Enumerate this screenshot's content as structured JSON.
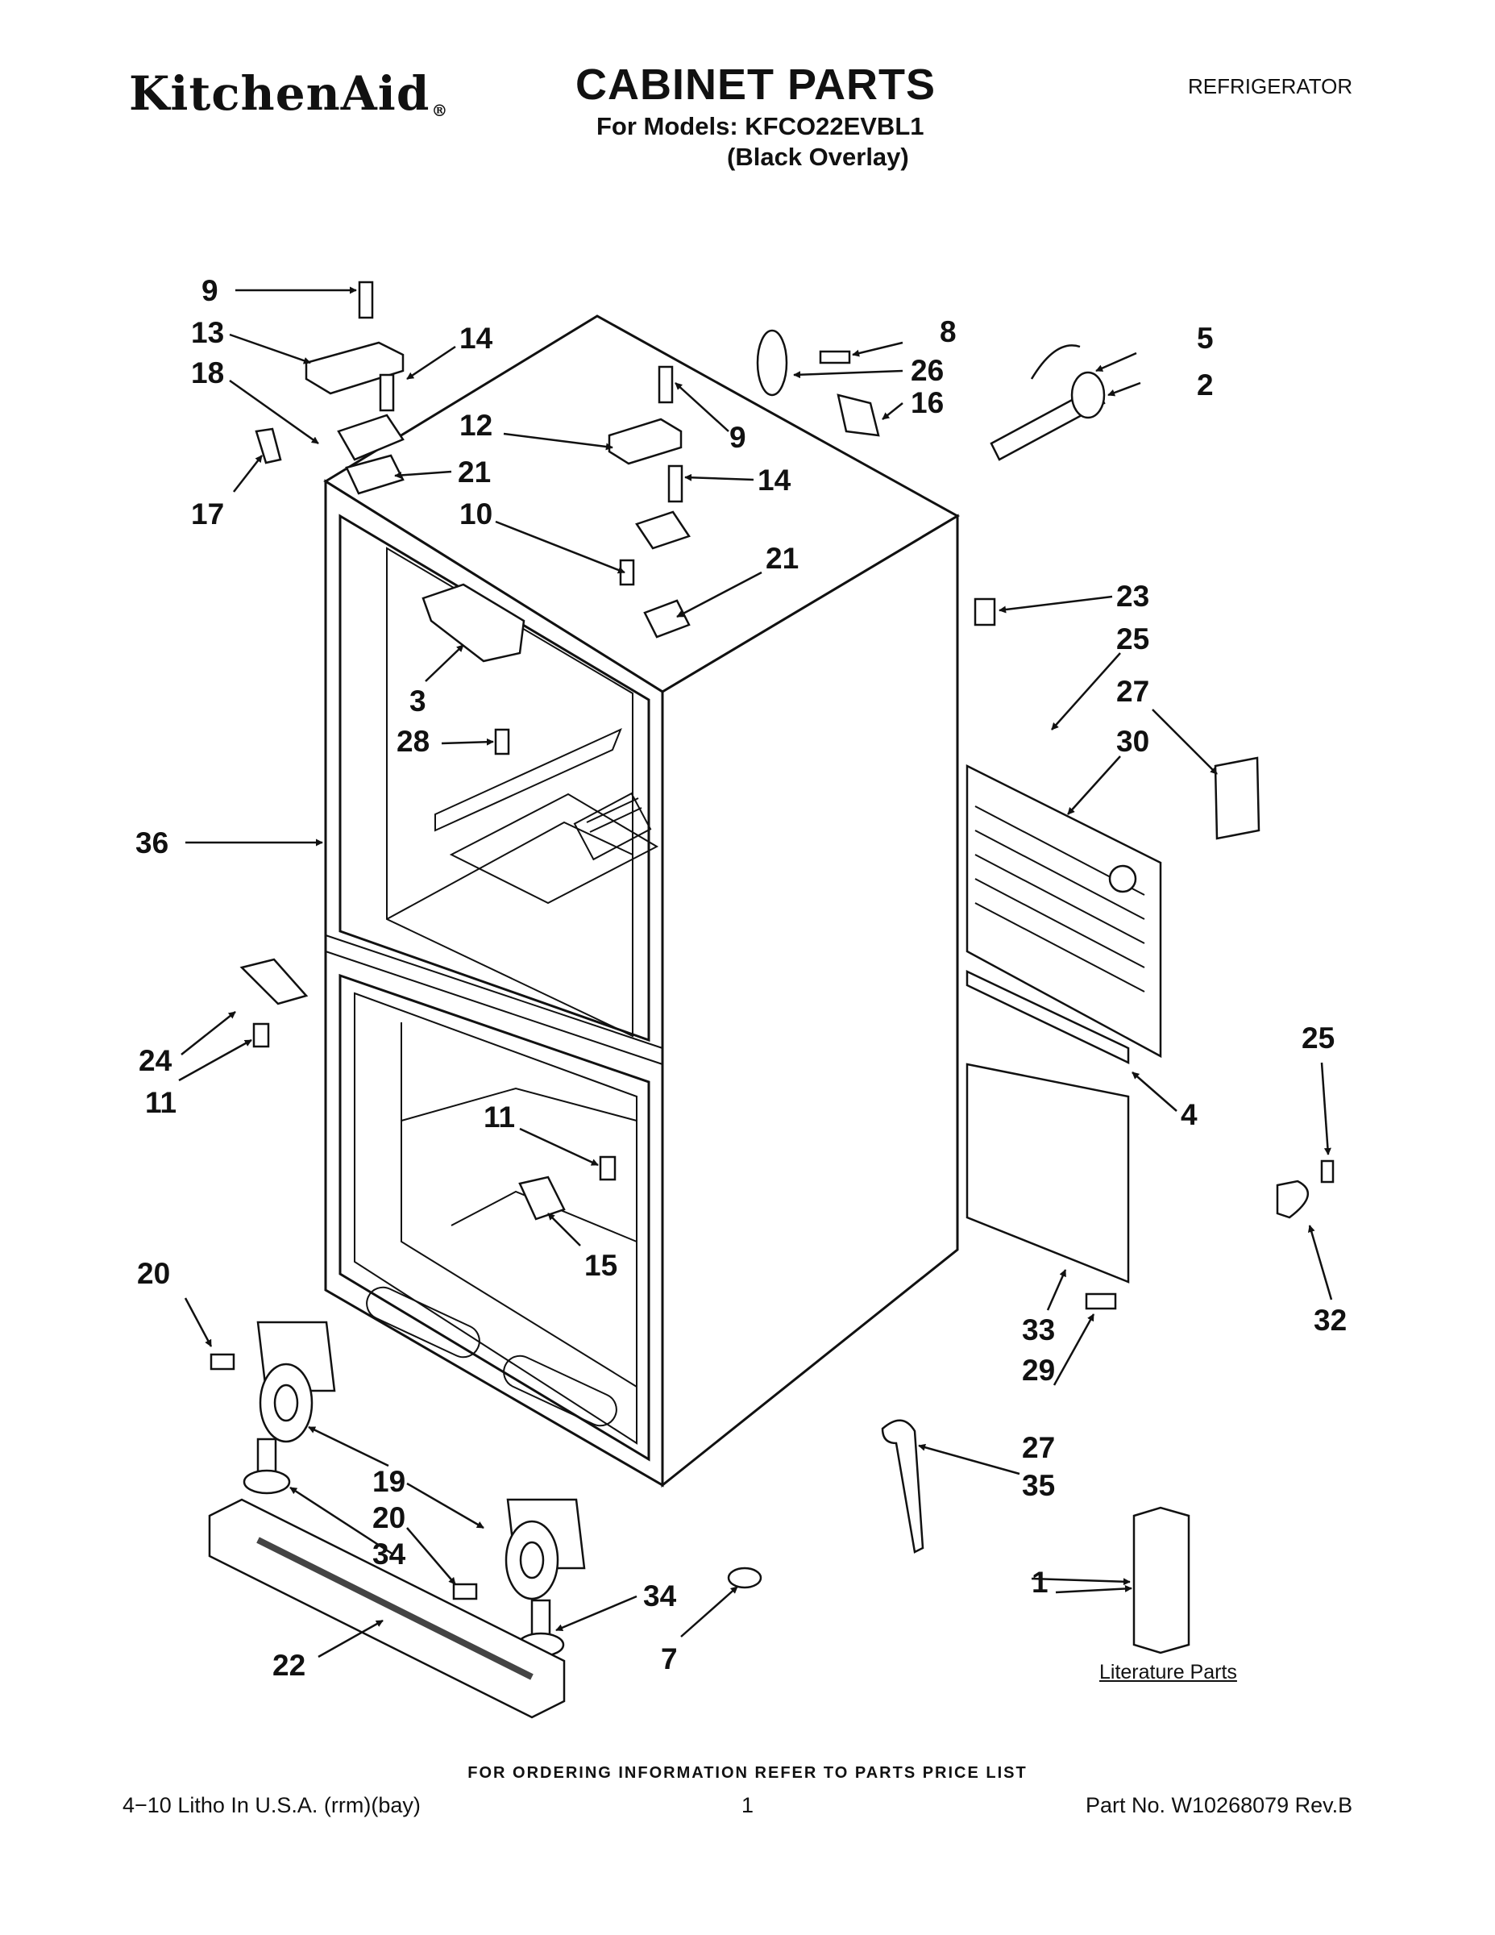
{
  "header": {
    "brand": "KitchenAid",
    "brand_mark": "®",
    "title": "CABINET PARTS",
    "category": "REFRIGERATOR",
    "models_line": "For Models: KFCO22EVBL1",
    "model_variant": "(Black Overlay)"
  },
  "callouts": {
    "c9a": "9",
    "c13": "13",
    "c14a": "14",
    "c18": "18",
    "c17": "17",
    "c21a": "21",
    "c12": "12",
    "c9b": "9",
    "c14b": "14",
    "c10": "10",
    "c21b": "21",
    "c3": "3",
    "c28": "28",
    "c36": "36",
    "c8": "8",
    "c26": "26",
    "c16": "16",
    "c5": "5",
    "c2": "2",
    "c23": "23",
    "c25a": "25",
    "c27a": "27",
    "c30": "30",
    "c24": "24",
    "c11a": "11",
    "c11b": "11",
    "c15": "15",
    "c4": "4",
    "c25b": "25",
    "c32": "32",
    "c20a": "20",
    "c33": "33",
    "c29": "29",
    "c19": "19",
    "c20b": "20",
    "c34a": "34",
    "c27b": "27",
    "c35": "35",
    "c34b": "34",
    "c22": "22",
    "c7": "7",
    "c1": "1"
  },
  "literature_label": "Literature Parts",
  "footer": {
    "note": "FOR ORDERING INFORMATION REFER TO PARTS PRICE LIST",
    "left": "4−10 Litho In U.S.A. (rrm)(bay)",
    "page": "1",
    "right": "Part No. W10268079 Rev.B"
  }
}
